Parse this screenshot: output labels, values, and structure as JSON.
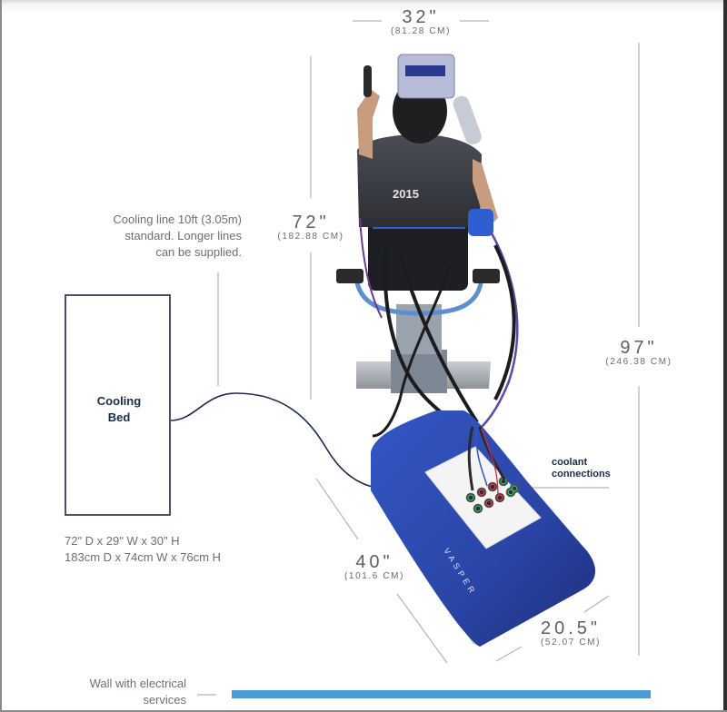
{
  "dimensions": {
    "width": {
      "inches": "32\"",
      "cm": "(81.28 CM)"
    },
    "seat_height": {
      "inches": "72\"",
      "cm": "(182.88 CM)"
    },
    "total_height": {
      "inches": "97\"",
      "cm": "(246.38 CM)"
    },
    "unit_length": {
      "inches": "40\"",
      "cm": "(101.6 CM)"
    },
    "unit_width": {
      "inches": "20.5\"",
      "cm": "(52.07 CM)"
    }
  },
  "cooling_line_note": {
    "line1": "Cooling line 10ft (3.05m)",
    "line2": "standard. Longer lines",
    "line3": "can be supplied."
  },
  "cooling_bed": {
    "label_line1": "Cooling",
    "label_line2": "Bed",
    "size_imperial": "72\" D x 29\" W x 30\" H",
    "size_metric": "183cm D x 74cm W x 76cm H"
  },
  "coolant_label": {
    "line1": "coolant",
    "line2": "connections"
  },
  "wall": {
    "line1": "Wall with electrical",
    "line2": "services",
    "bar_color": "#4a9bd4"
  },
  "product": {
    "brand_mark": "VASPER"
  },
  "colors": {
    "navy_line": "#1b2a4a",
    "dimension_gray": "#b5b5b5",
    "device_blue": "#2b46a8"
  }
}
